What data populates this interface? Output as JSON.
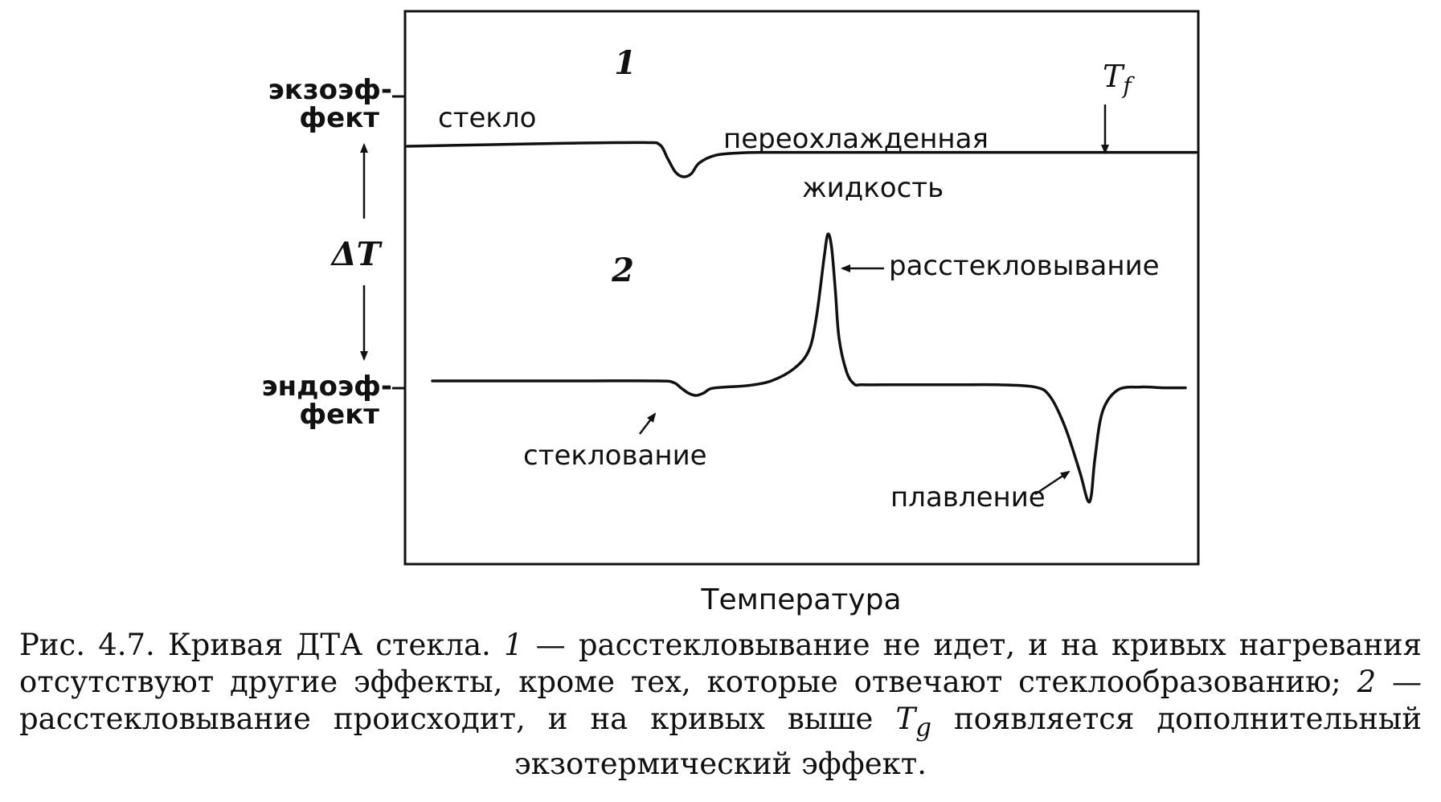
{
  "chart_data": {
    "type": "line",
    "xlabel": "Температура",
    "y_axis": {
      "top_label_line1": "экзоэф-",
      "top_label_line2": "фект",
      "middle_label": "ΔT",
      "bottom_label_line1": "эндоэф-",
      "bottom_label_line2": "фект"
    },
    "series": [
      {
        "name": "1",
        "x": [
          0.0,
          0.1,
          0.2,
          0.3,
          0.32,
          0.33,
          0.34,
          0.35,
          0.36,
          0.37,
          0.39,
          0.42,
          0.45,
          0.5,
          0.6,
          0.7,
          0.8,
          0.9,
          1.0
        ],
        "y": [
          0.0,
          0.005,
          0.01,
          0.012,
          0.005,
          -0.04,
          -0.085,
          -0.1,
          -0.09,
          -0.055,
          -0.03,
          -0.022,
          -0.02,
          -0.02,
          -0.02,
          -0.02,
          -0.02,
          -0.02,
          -0.02
        ]
      },
      {
        "name": "2",
        "x": [
          0.0,
          0.1,
          0.2,
          0.3,
          0.32,
          0.33,
          0.34,
          0.35,
          0.36,
          0.37,
          0.39,
          0.42,
          0.45,
          0.48,
          0.5,
          0.51,
          0.52,
          0.525,
          0.53,
          0.535,
          0.54,
          0.55,
          0.56,
          0.57,
          0.6,
          0.65,
          0.7,
          0.75,
          0.8,
          0.82,
          0.84,
          0.86,
          0.87,
          0.875,
          0.88,
          0.89,
          0.91,
          0.94,
          0.97,
          1.0
        ],
        "y": [
          0.0,
          0.0,
          0.0,
          0.0,
          -0.01,
          -0.045,
          -0.08,
          -0.095,
          -0.08,
          -0.05,
          -0.04,
          -0.03,
          0.0,
          0.08,
          0.2,
          0.42,
          0.8,
          0.96,
          0.88,
          0.6,
          0.28,
          0.06,
          -0.02,
          -0.025,
          -0.025,
          -0.025,
          -0.025,
          -0.025,
          -0.04,
          -0.1,
          -0.3,
          -0.6,
          -0.78,
          -0.75,
          -0.5,
          -0.2,
          -0.06,
          -0.04,
          -0.045,
          -0.045
        ]
      }
    ],
    "annotations": {
      "curve1_number": "1",
      "curve2_number": "2",
      "glass": "стекло",
      "supercooled_line1": "переохлажденная",
      "supercooled_line2": "жидкость",
      "tf_main": "T",
      "tf_sub": "f",
      "devitrification": "расстекловывание",
      "glass_transition": "стеклование",
      "melting": "плавление"
    },
    "grid": false,
    "legend": "none"
  },
  "caption": {
    "lead": "Рис. 4.7. Кривая ДТА стекла. ",
    "num1": "1",
    "text1": " — расстекловывание не идет, и на кривых нагревания отсутствуют другие эффекты, кроме тех, которые отвечают стеклообразованию; ",
    "num2": "2",
    "text2": " — расстекловывание происходит, и на кривых выше ",
    "tg_main": "T",
    "tg_sub": "g",
    "text3": " появляется дополнительный экзотермический эффект."
  }
}
